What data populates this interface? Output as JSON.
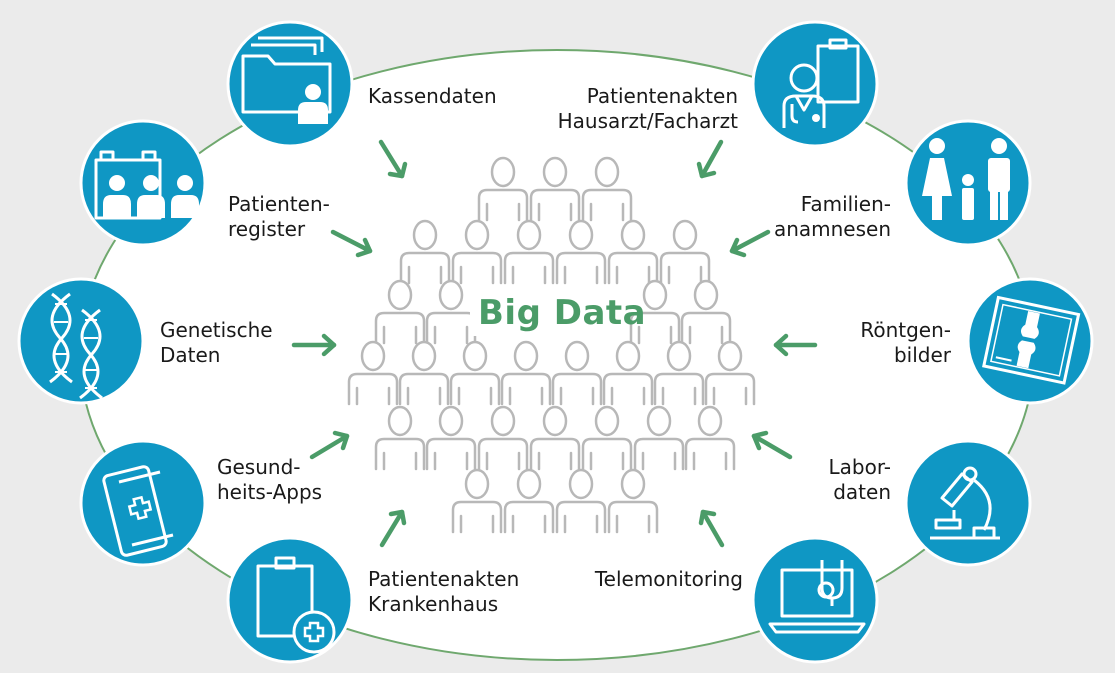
{
  "center": {
    "title": "Big Data"
  },
  "colors": {
    "background": "#ebebeb",
    "ellipse_fill": "#ffffff",
    "ellipse_stroke": "#6fa86e",
    "icon_circle": "#0f97c4",
    "arrow": "#4b9c68",
    "people": "#b8b8b8",
    "title": "#4b9c68"
  },
  "sources": [
    {
      "id": "kassendaten",
      "icon": "folder-person-icon",
      "lines": [
        "Kassendaten"
      ]
    },
    {
      "id": "patientenakten-arzt",
      "icon": "doctor-clipboard-icon",
      "lines": [
        "Patientenakten",
        "Hausarzt/Facharzt"
      ]
    },
    {
      "id": "patientenregister",
      "icon": "register-group-icon",
      "lines": [
        "Patienten-",
        "register"
      ]
    },
    {
      "id": "familienanamnesen",
      "icon": "family-icon",
      "lines": [
        "Familien-",
        "anamnesen"
      ]
    },
    {
      "id": "genetische-daten",
      "icon": "dna-icon",
      "lines": [
        "Genetische",
        "Daten"
      ]
    },
    {
      "id": "roentgenbilder",
      "icon": "xray-icon",
      "lines": [
        "Röntgen-",
        "bilder"
      ]
    },
    {
      "id": "gesundheits-apps",
      "icon": "smartphone-icon",
      "lines": [
        "Gesund-",
        "heits-Apps"
      ]
    },
    {
      "id": "labordaten",
      "icon": "microscope-icon",
      "lines": [
        "Labor-",
        "daten"
      ]
    },
    {
      "id": "patientenakten-krankenhaus",
      "icon": "clipboard-cross-icon",
      "lines": [
        "Patientenakten",
        "Krankenhaus"
      ]
    },
    {
      "id": "telemonitoring",
      "icon": "laptop-stethoscope-icon",
      "lines": [
        "Telemonitoring"
      ]
    }
  ]
}
